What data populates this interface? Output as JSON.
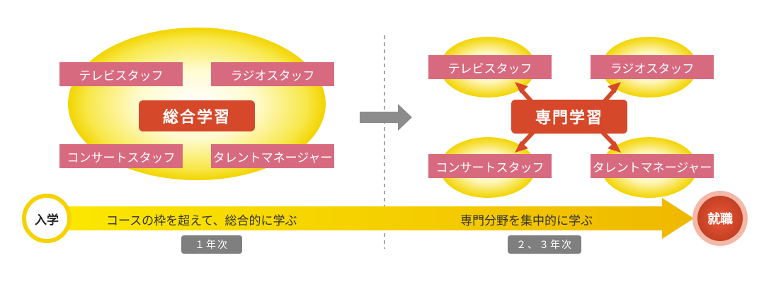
{
  "left": {
    "center_label": "総合学習",
    "boxes": [
      "テレビスタッフ",
      "ラジオスタッフ",
      "コンサートスタッフ",
      "タレントマネージャー"
    ]
  },
  "right": {
    "center_label": "専門学習",
    "boxes": [
      "テレビスタッフ",
      "ラジオスタッフ",
      "コンサートスタッフ",
      "タレントマネージャー"
    ]
  },
  "timeline": {
    "start_label": "入学",
    "end_label": "就職",
    "left_text": "コースの枠を超えて、総合的に学ぶ",
    "right_text": "専門分野を集中的に学ぶ",
    "left_year": "１年次",
    "right_year": "２、３年次"
  },
  "colors": {
    "pink": "#d86a80",
    "red": "#d6482a",
    "yellow": "#f6d800",
    "grey": "#7f7f7f"
  }
}
